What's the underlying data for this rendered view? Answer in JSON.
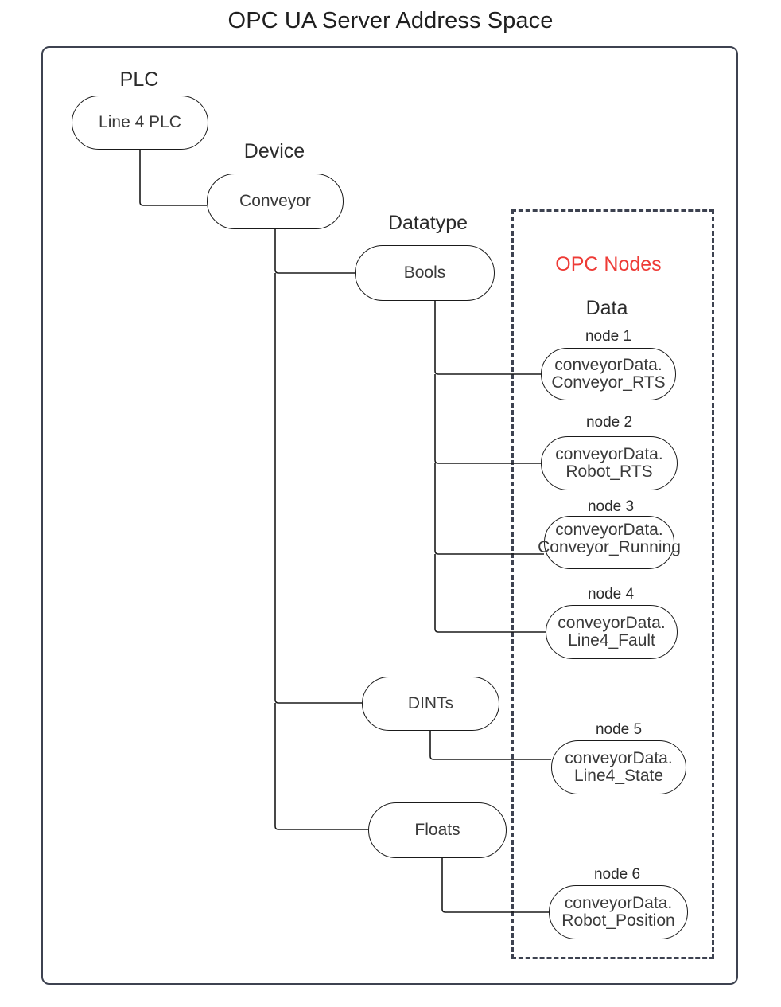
{
  "title": "OPC UA Server Address Space",
  "frames": {
    "outer_label": "address-space-frame",
    "dashed_label": "opc-nodes-frame"
  },
  "captions": {
    "plc": "PLC",
    "device": "Device",
    "datatype": "Datatype",
    "opc_nodes": "OPC Nodes",
    "data": "Data"
  },
  "colors": {
    "accent_red": "#ee3b36",
    "frame_stroke": "#3d4250",
    "node_stroke": "#1a1a1a",
    "text": "#3a3a3a"
  },
  "tree": {
    "plc": {
      "label": "Line 4 PLC"
    },
    "device": {
      "label": "Conveyor"
    },
    "datatypes": [
      {
        "label": "Bools"
      },
      {
        "label": "DINTs"
      },
      {
        "label": "Floats"
      }
    ]
  },
  "opc_nodes": [
    {
      "caption": "node 1",
      "line1": "conveyorData.",
      "line2": "Conveyor_RTS"
    },
    {
      "caption": "node 2",
      "line1": "conveyorData.",
      "line2": "Robot_RTS"
    },
    {
      "caption": "node 3",
      "line1": "conveyorData.",
      "line2": "Conveyor_Running"
    },
    {
      "caption": "node 4",
      "line1": "conveyorData.",
      "line2": "Line4_Fault"
    },
    {
      "caption": "node 5",
      "line1": "conveyorData.",
      "line2": "Line4_State"
    },
    {
      "caption": "node 6",
      "line1": "conveyorData.",
      "line2": "Robot_Position"
    }
  ]
}
